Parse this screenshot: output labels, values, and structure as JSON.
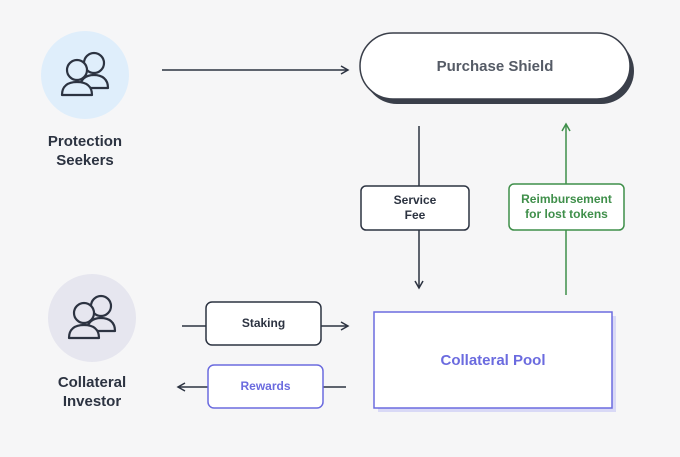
{
  "actors": {
    "protection_seekers": {
      "line1": "Protection",
      "line2": "Seekers",
      "icon": "users-icon"
    },
    "collateral_investor": {
      "line1": "Collateral",
      "line2": "Investor",
      "icon": "users-icon"
    }
  },
  "nodes": {
    "purchase_shield": "Purchase Shield",
    "collateral_pool": "Collateral Pool"
  },
  "flows": {
    "service_fee": {
      "line1": "Service",
      "line2": "Fee"
    },
    "reimbursement": {
      "line1": "Reimbursement",
      "line2": "for lost tokens"
    },
    "staking": "Staking",
    "rewards": "Rewards"
  },
  "colors": {
    "background": "#f6f6f7",
    "text_dark": "#2c3341",
    "node_text": "#555b66",
    "pool_accent": "#6b6bdf",
    "reimbursement_green": "#3f8f4a",
    "seeker_circle": "#dfeefb",
    "investor_circle": "#e6e6ef"
  }
}
